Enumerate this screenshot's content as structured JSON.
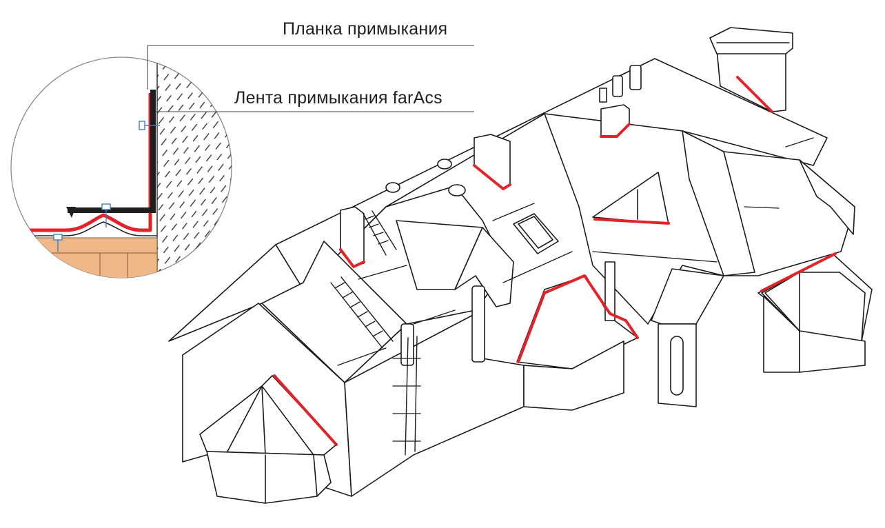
{
  "callouts": {
    "flashing_strip": "Планка примыкания",
    "flashing_tape": "Лента примыкания farAcs"
  },
  "colors": {
    "outline": "#1a1a1a",
    "highlight_tape": "#e3222a",
    "flashing_metal": "#1e1e1e",
    "batten_wood": "#f0b888",
    "wall_hatch": "#333333",
    "screw": "#3a7fc1",
    "detail_circle": "#8a8a8a"
  },
  "icons": {
    "detail_view": "magnified-detail-circle",
    "house": "house-line-illustration"
  }
}
